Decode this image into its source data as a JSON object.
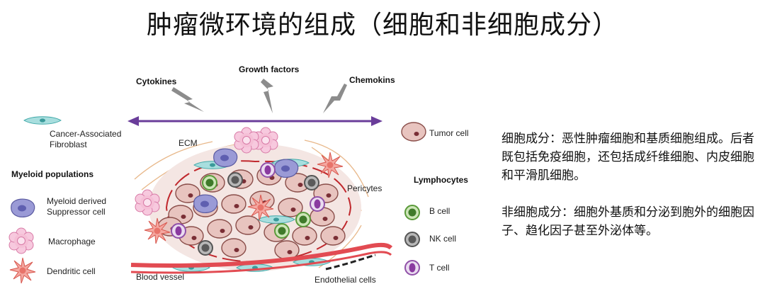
{
  "title": "肿瘤微环境的组成（细胞和非细胞成分）",
  "diagram": {
    "signals": [
      "Cytokines",
      "Growth factors",
      "Chemokins"
    ],
    "caf": [
      "Cancer-Associated",
      "Fibroblast"
    ],
    "myeloid_heading": "Myeloid populations",
    "mdsc": [
      "Myeloid derived",
      "Suppressor cell"
    ],
    "macrophage": "Macrophage",
    "dendritic": "Dendritic cell",
    "ecm": "ECM",
    "pericytes": "Pericytes",
    "blood_vessel": "Blood vessel",
    "endothelial": "Endothelial cells",
    "tumor_cell": "Tumor cell",
    "lymph_heading": "Lymphocytes",
    "b_cell": "B cell",
    "nk_cell": "NK cell",
    "t_cell": "T cell"
  },
  "text": {
    "cellular": "细胞成分：恶性肿瘤细胞和基质细胞组成。后者既包括免疫细胞，还包括成纤维细胞、内皮细胞和平滑肌细胞。",
    "noncellular": "非细胞成分：细胞外基质和分泌到胞外的细胞因子、趋化因子甚至外泌体等。"
  }
}
